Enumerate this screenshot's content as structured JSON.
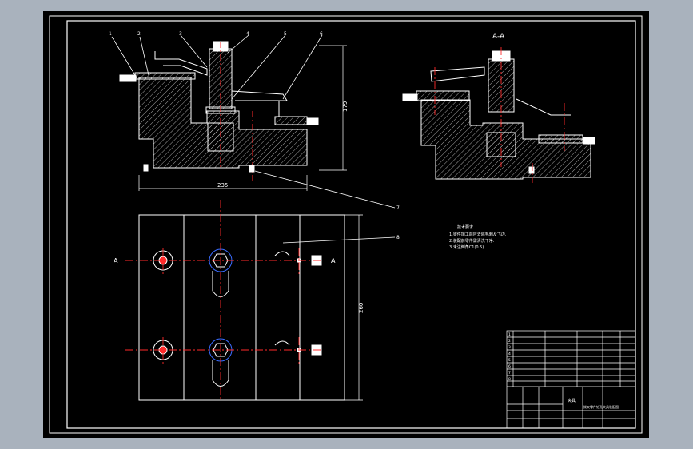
{
  "view_labels": {
    "section": "A-A",
    "cut_left": "A",
    "cut_right": "A"
  },
  "dimensions": {
    "height": "179",
    "width": "235",
    "plan_height": "260"
  },
  "balloons": [
    "1",
    "2",
    "3",
    "4",
    "5",
    "6",
    "7",
    "8"
  ],
  "notes": {
    "title": "技术要求",
    "lines": [
      "1.零件加工前应去除毛刺及飞边.",
      "2.装配前零件需清洗干净.",
      "3.未注倒角C1(0.5)."
    ]
  },
  "title_block": {
    "drawing_name": "夹具",
    "subtitle": "拨叉零件钻孔夹具装配图",
    "parts": [
      "1",
      "2",
      "3",
      "4",
      "5",
      "6",
      "7",
      "8"
    ]
  },
  "colors": {
    "sheet": "#000000",
    "line": "#ffffff",
    "center": "#ff2a2a",
    "hatch": "#cfcfcf",
    "highlight": "#3a6cff",
    "frame": "#a9b2bd"
  }
}
